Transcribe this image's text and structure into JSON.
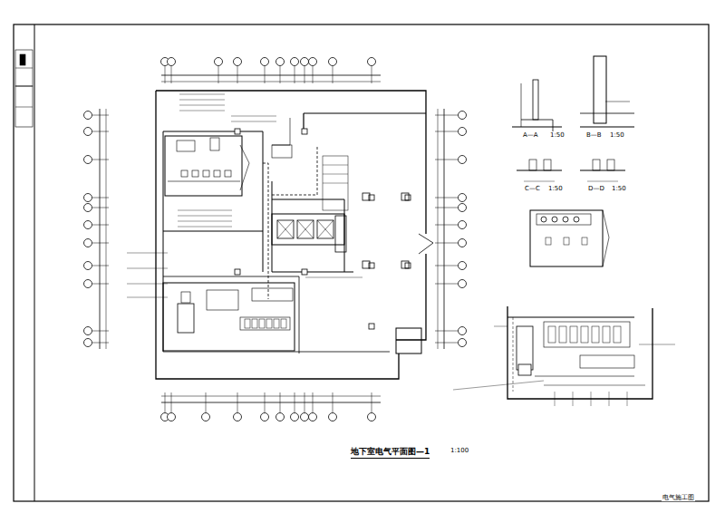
{
  "diagram": {
    "title": "地下室电气平面图—1",
    "labels": [
      "1:100",
      "A—A",
      "1:50",
      "B—B",
      "1:50",
      "C—C",
      "1:50",
      "D—D",
      "1:50",
      "电气施工图"
    ]
  }
}
